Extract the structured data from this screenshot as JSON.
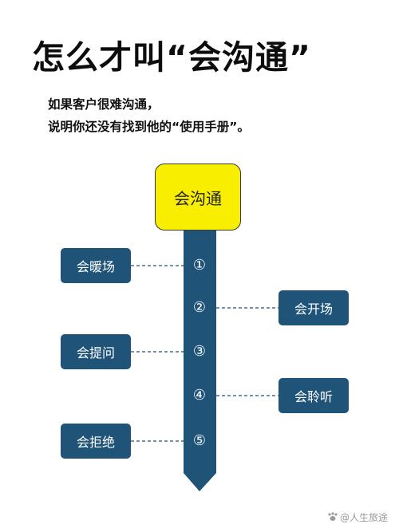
{
  "title": "怎么才叫“会沟通”",
  "subtitle_lines": [
    "如果客户很难沟通，",
    "说明你还没有找到他的“使用手册”。"
  ],
  "center": "会沟通",
  "steps": [
    {
      "number": "①",
      "label": "会暖场",
      "side": "left"
    },
    {
      "number": "②",
      "label": "会开场",
      "side": "right"
    },
    {
      "number": "③",
      "label": "会提问",
      "side": "left"
    },
    {
      "number": "④",
      "label": "会聆听",
      "side": "right"
    },
    {
      "number": "⑤",
      "label": "会拒绝",
      "side": "left"
    }
  ],
  "watermark": "@人生旅途",
  "colors": {
    "center_box": "#f7ee00",
    "node": "#1f5478",
    "arrow": "#1f5478",
    "connector": "#1f5478"
  }
}
